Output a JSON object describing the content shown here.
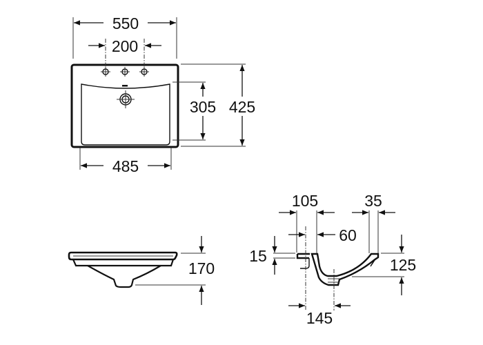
{
  "top_view": {
    "overall_width": "550",
    "tap_spacing": "200",
    "overall_depth": "425",
    "bowl_depth": "305",
    "bowl_width": "485"
  },
  "front_view": {
    "height": "170"
  },
  "side_view": {
    "rim_to_waste_offset": "105",
    "rim_back": "35",
    "rim_inner": "60",
    "rim_thickness": "15",
    "bowl_height": "125",
    "waste_offset": "145"
  }
}
